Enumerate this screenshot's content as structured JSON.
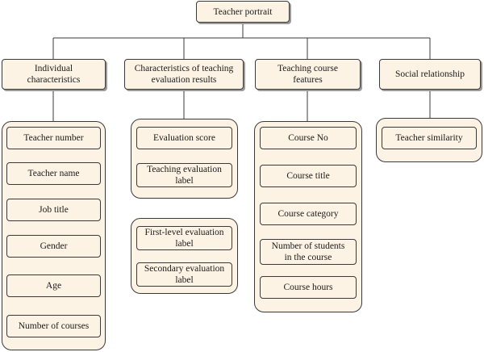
{
  "root": {
    "label": "Teacher portrait"
  },
  "categories": [
    {
      "label": "Individual\ncharacteristics",
      "groups": [
        {
          "items": [
            "Teacher number",
            "Teacher name",
            "Job title",
            "Gender",
            "Age",
            "Number of courses"
          ]
        }
      ]
    },
    {
      "label": "Characteristics of teaching\nevaluation results",
      "groups": [
        {
          "items": [
            "Evaluation score",
            "Teaching evaluation\nlabel"
          ]
        },
        {
          "items": [
            "First-level evaluation\nlabel",
            "Secondary evaluation\nlabel"
          ]
        }
      ]
    },
    {
      "label": "Teaching course\nfeatures",
      "groups": [
        {
          "items": [
            "Course No",
            "Course title",
            "Course category",
            "Number of students\nin the course",
            "Course hours"
          ]
        }
      ]
    },
    {
      "label": "Social relationship",
      "groups": [
        {
          "items": [
            "Teacher similarity"
          ]
        }
      ]
    }
  ],
  "colors": {
    "box_fill": "#fdf3e4",
    "border": "#3a3a3a"
  }
}
